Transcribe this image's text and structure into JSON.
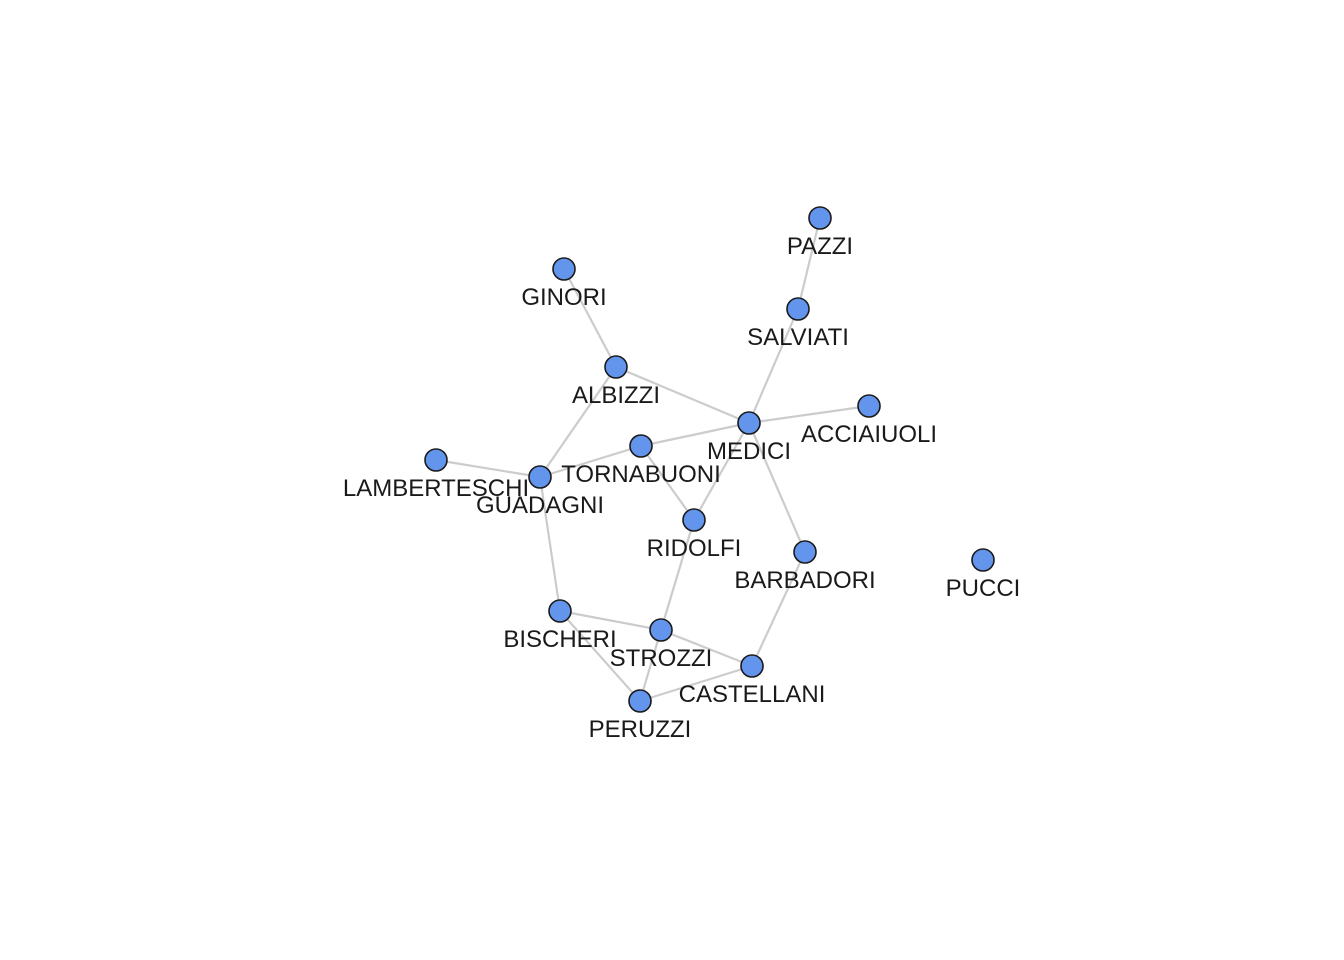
{
  "colors": {
    "edge": "#cccccc",
    "node_fill": "#6495ed",
    "node_stroke": "#1a1a1a",
    "label": "#1a1a1a",
    "background": "#ffffff"
  },
  "nodes": [
    {
      "id": "ACCIAIUOLI",
      "label": "ACCIAIUOLI"
    },
    {
      "id": "ALBIZZI",
      "label": "ALBIZZI"
    },
    {
      "id": "BARBADORI",
      "label": "BARBADORI"
    },
    {
      "id": "BISCHERI",
      "label": "BISCHERI"
    },
    {
      "id": "CASTELLANI",
      "label": "CASTELLANI"
    },
    {
      "id": "GINORI",
      "label": "GINORI"
    },
    {
      "id": "GUADAGNI",
      "label": "GUADAGNI"
    },
    {
      "id": "LAMBERTESCHI",
      "label": "LAMBERTESCHI"
    },
    {
      "id": "MEDICI",
      "label": "MEDICI"
    },
    {
      "id": "PAZZI",
      "label": "PAZZI"
    },
    {
      "id": "PERUZZI",
      "label": "PERUZZI"
    },
    {
      "id": "PUCCI",
      "label": "PUCCI"
    },
    {
      "id": "RIDOLFI",
      "label": "RIDOLFI"
    },
    {
      "id": "SALVIATI",
      "label": "SALVIATI"
    },
    {
      "id": "STROZZI",
      "label": "STROZZI"
    },
    {
      "id": "TORNABUONI",
      "label": "TORNABUONI"
    }
  ],
  "edges": [
    [
      "PAZZI",
      "SALVIATI"
    ],
    [
      "SALVIATI",
      "MEDICI"
    ],
    [
      "GINORI",
      "ALBIZZI"
    ],
    [
      "ALBIZZI",
      "MEDICI"
    ],
    [
      "ALBIZZI",
      "GUADAGNI"
    ],
    [
      "MEDICI",
      "ACCIAIUOLI"
    ],
    [
      "MEDICI",
      "TORNABUONI"
    ],
    [
      "MEDICI",
      "RIDOLFI"
    ],
    [
      "MEDICI",
      "BARBADORI"
    ],
    [
      "LAMBERTESCHI",
      "GUADAGNI"
    ],
    [
      "GUADAGNI",
      "TORNABUONI"
    ],
    [
      "GUADAGNI",
      "BISCHERI"
    ],
    [
      "TORNABUONI",
      "RIDOLFI"
    ],
    [
      "RIDOLFI",
      "STROZZI"
    ],
    [
      "BARBADORI",
      "CASTELLANI"
    ],
    [
      "BISCHERI",
      "STROZZI"
    ],
    [
      "BISCHERI",
      "PERUZZI"
    ],
    [
      "STROZZI",
      "CASTELLANI"
    ],
    [
      "STROZZI",
      "PERUZZI"
    ],
    [
      "PERUZZI",
      "CASTELLANI"
    ]
  ]
}
